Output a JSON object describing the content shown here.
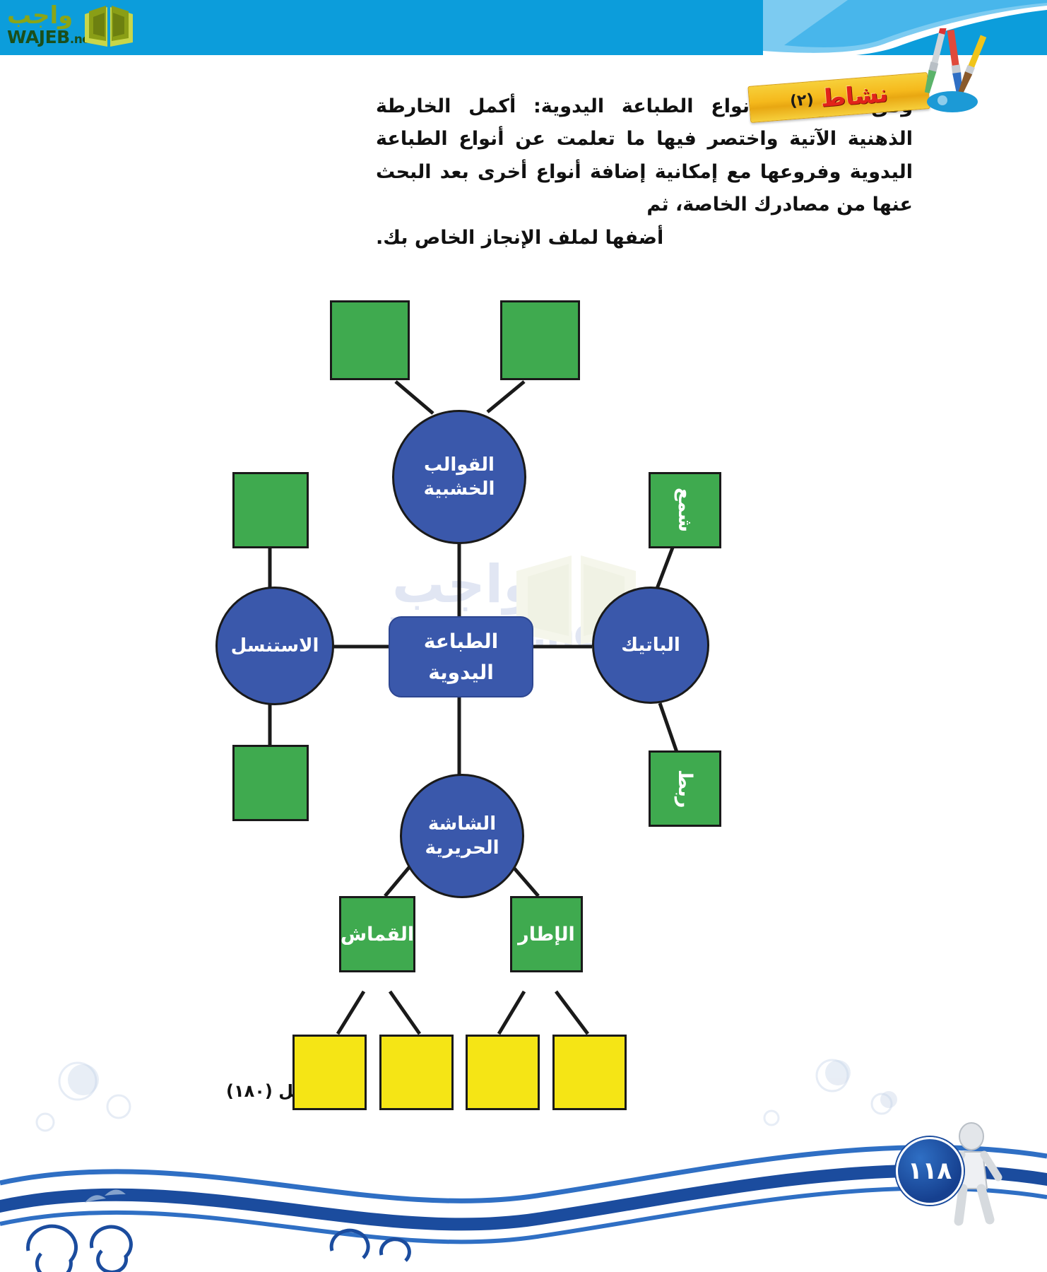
{
  "site": {
    "logo_ar": "واجب",
    "logo_en": "WAJEB",
    "logo_tld": ".net",
    "watermark_ar": "واجب",
    "watermark_en": "WAJEB.net"
  },
  "activity": {
    "label": "نشاط",
    "number": "(٢)"
  },
  "intro": {
    "line1": "وفق معرفتك لأنواع الطباعة اليدوية: أكمل الخارطة الذهنية الآتية واختصر فيها ما تعلمت عن أنواع الطباعة اليدوية وفروعها مع إمكانية إضافة أنواع أخرى بعد البحث عنها من مصادرك الخاصة، ثم",
    "line2": "أضفها لملف الإنجاز الخاص بك."
  },
  "diagram": {
    "center": "الطباعة اليدوية",
    "circles": {
      "top": "القوالب الخشبية",
      "left": "الاستنسل",
      "right": "الباتيك",
      "bottom": "الشاشة الحريرية"
    },
    "green_boxes": {
      "top_left": "",
      "top_right": "",
      "left_upper": "",
      "left_lower": "",
      "right_upper": "شمع",
      "right_lower": "ربط",
      "bottom_left": "القماش",
      "bottom_right": "الإطار"
    },
    "yellow_boxes": [
      "",
      "",
      "",
      ""
    ]
  },
  "caption": "الشكل (١٨٠)",
  "page_number": "١١٨",
  "colors": {
    "header_blue": "#0c9ddb",
    "node_blue": "#3a58ab",
    "green": "#3faa4f",
    "yellow": "#f5e515",
    "badge_gold": "#f5b91c",
    "activity_red": "#e2231a"
  }
}
